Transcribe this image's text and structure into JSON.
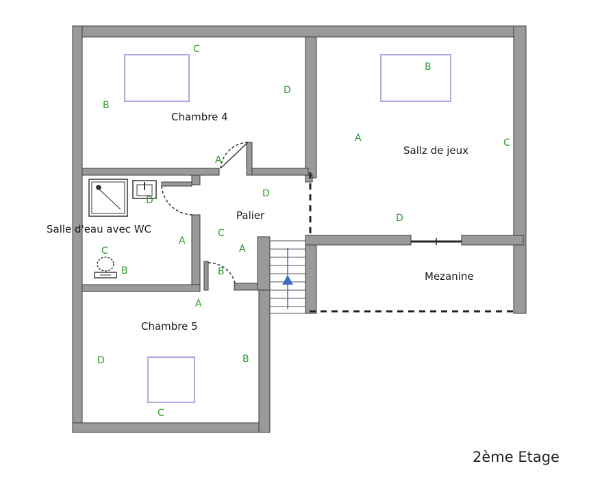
{
  "floor": {
    "title": "2ème Etage"
  },
  "colors": {
    "wall": "#9a9a9a",
    "wall_stroke": "#3a3a3a",
    "letter": "#2e9a2e",
    "window": "#b3a6dc",
    "stair_arrow": "#3b6cc7"
  },
  "rooms": {
    "chambre4": "Chambre 4",
    "salle_jeux": "Sallz de jeux",
    "salle_eau": "Salle d'eau avec WC",
    "palier": "Palier",
    "mezzanine": "Mezanine",
    "chambre5": "Chambre 5"
  },
  "wall_letters": {
    "chambre4": [
      "C",
      "B",
      "D",
      "A"
    ],
    "salle_jeux": [
      "B",
      "A",
      "C",
      "D"
    ],
    "salle_eau": [
      "D",
      "A",
      "C",
      "B"
    ],
    "palier": [
      "D",
      "C",
      "A",
      "B"
    ],
    "chambre5": [
      "A",
      "D",
      "B",
      "C"
    ]
  },
  "fixtures": [
    "shower-icon",
    "sink-icon",
    "toilet-icon",
    "stair-arrow-icon"
  ]
}
